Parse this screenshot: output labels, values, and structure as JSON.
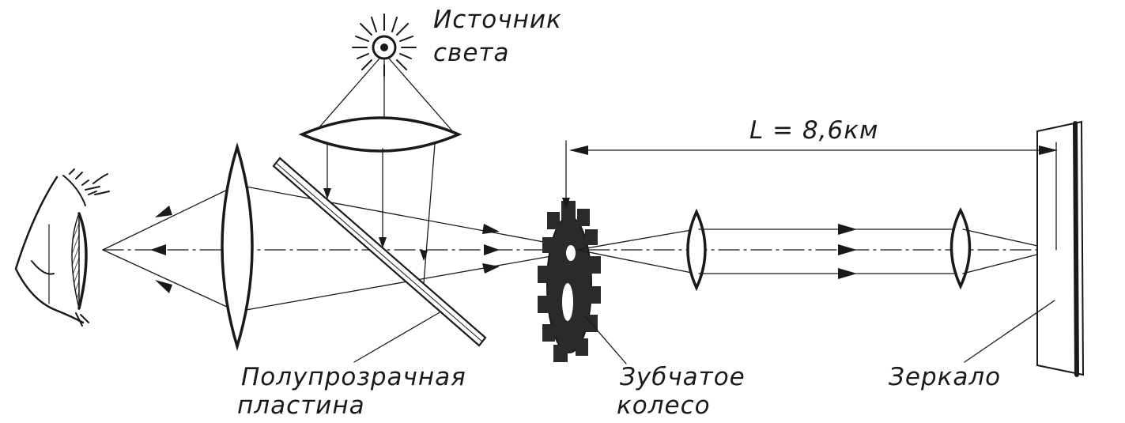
{
  "labels": {
    "source_line1": "Источник",
    "source_line2": "света",
    "distance": "L = 8,6км",
    "plate_line1": "Полупрозрачная",
    "plate_line2": "пластина",
    "wheel_line1": "Зубчатое",
    "wheel_line2": "колесо",
    "mirror": "Зеркало"
  },
  "colors": {
    "ink": "#1a1a1a",
    "paper": "#ffffff"
  }
}
